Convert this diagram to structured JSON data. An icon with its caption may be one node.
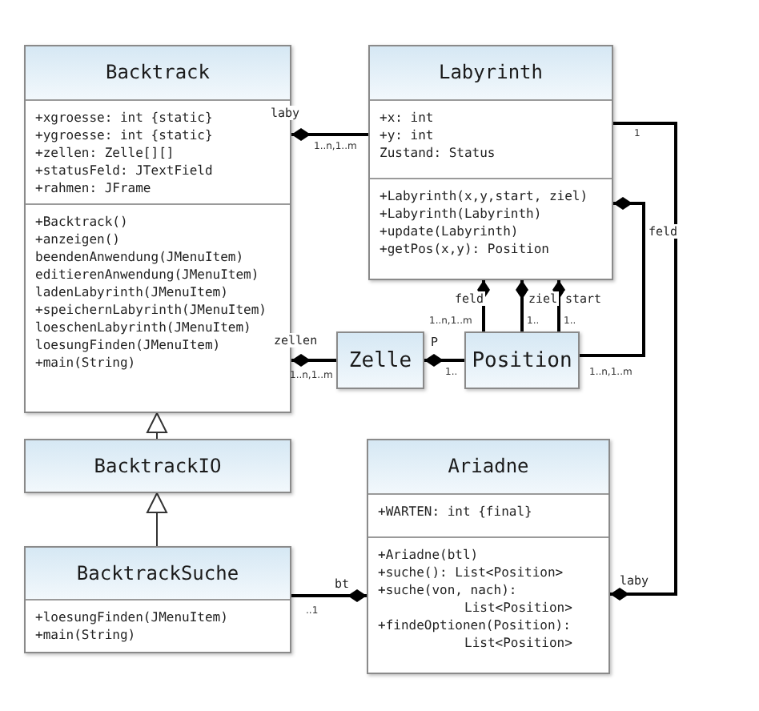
{
  "diagram": {
    "nodes": [
      {
        "text": [
          "Backtrack",
          "+xgroesse: int {static}",
          "+ygroesse: int {static}",
          "+zellen: Zelle[][]",
          "+statusFeld: JTextField",
          "+rahmen: JFrame",
          "+Backtrack()",
          "+anzeigen()",
          "beendenAnwendung(JMenuItem)",
          "editierenAnwendung(JMenuItem)",
          "ladenLabyrinth(JMenuItem)",
          "+speichernLabyrinth(JMenuItem)",
          "loeschenLabyrinth(JMenuItem)",
          "loesungFinden(JMenuItem)",
          "+main(String)"
        ]
      },
      {
        "text": [
          "Labyrinth",
          "+x: int",
          "+y: int",
          "Zustand: Status",
          "+Labyrinth(x,y,start, ziel)",
          "+Labyrinth(Labyrinth)",
          "+update(Labyrinth)",
          "+getPos(x,y): Position"
        ]
      },
      {
        "text": [
          "Zelle"
        ]
      },
      {
        "text": [
          "Position"
        ]
      },
      {
        "text": [
          "BacktrackIO"
        ]
      },
      {
        "text": [
          "Ariadne",
          "+WARTEN: int {final}",
          "+Ariadne(btl)",
          "+suche(): List<Position>",
          "+suche(von, nach): List<Position>",
          "+findeOptionen(Position): List<Position>"
        ]
      },
      {
        "text": [
          "BacktrackSuche",
          "+loesungFinden(JMenuItem)",
          "+main(String)"
        ]
      }
    ],
    "edges": [
      {
        "from": 1,
        "to": 0,
        "arrow": "other",
        "label": "laby"
      },
      {
        "from": 2,
        "to": 0,
        "arrow": "other",
        "label": "zellen"
      },
      {
        "from": 3,
        "to": 2,
        "arrow": "other",
        "label": "P"
      },
      {
        "from": 3,
        "to": 1,
        "arrow": "other",
        "label": "feld"
      },
      {
        "from": 3,
        "to": 1,
        "arrow": "other",
        "label": "ziel"
      },
      {
        "from": 3,
        "to": 1,
        "arrow": "other",
        "label": "start"
      },
      {
        "from": 3,
        "to": 1,
        "arrow": "other",
        "label": "feld"
      },
      {
        "from": 1,
        "to": 5,
        "arrow": "other",
        "label": "laby"
      },
      {
        "from": 6,
        "to": 5,
        "arrow": "other",
        "label": "bt"
      },
      {
        "from": 4,
        "to": 0,
        "arrow": "to"
      },
      {
        "from": 6,
        "to": 4,
        "arrow": "to"
      }
    ],
    "labels": [
      "1..n,1..m",
      "1",
      "1..n,1..m",
      "1..",
      "1..",
      "1..n,1..m",
      "1..",
      "1..n,1..m",
      "..1"
    ]
  }
}
